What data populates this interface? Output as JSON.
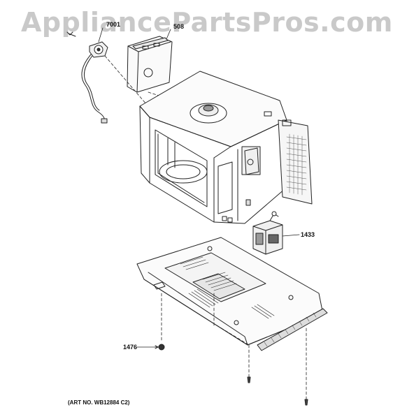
{
  "watermark": "AppliancePartsPros.com",
  "callouts": {
    "p7001": "7001",
    "p508": "508",
    "p1433": "1433",
    "p1476": "1476"
  },
  "art_number": "(ART NO. WB12884 C2)"
}
